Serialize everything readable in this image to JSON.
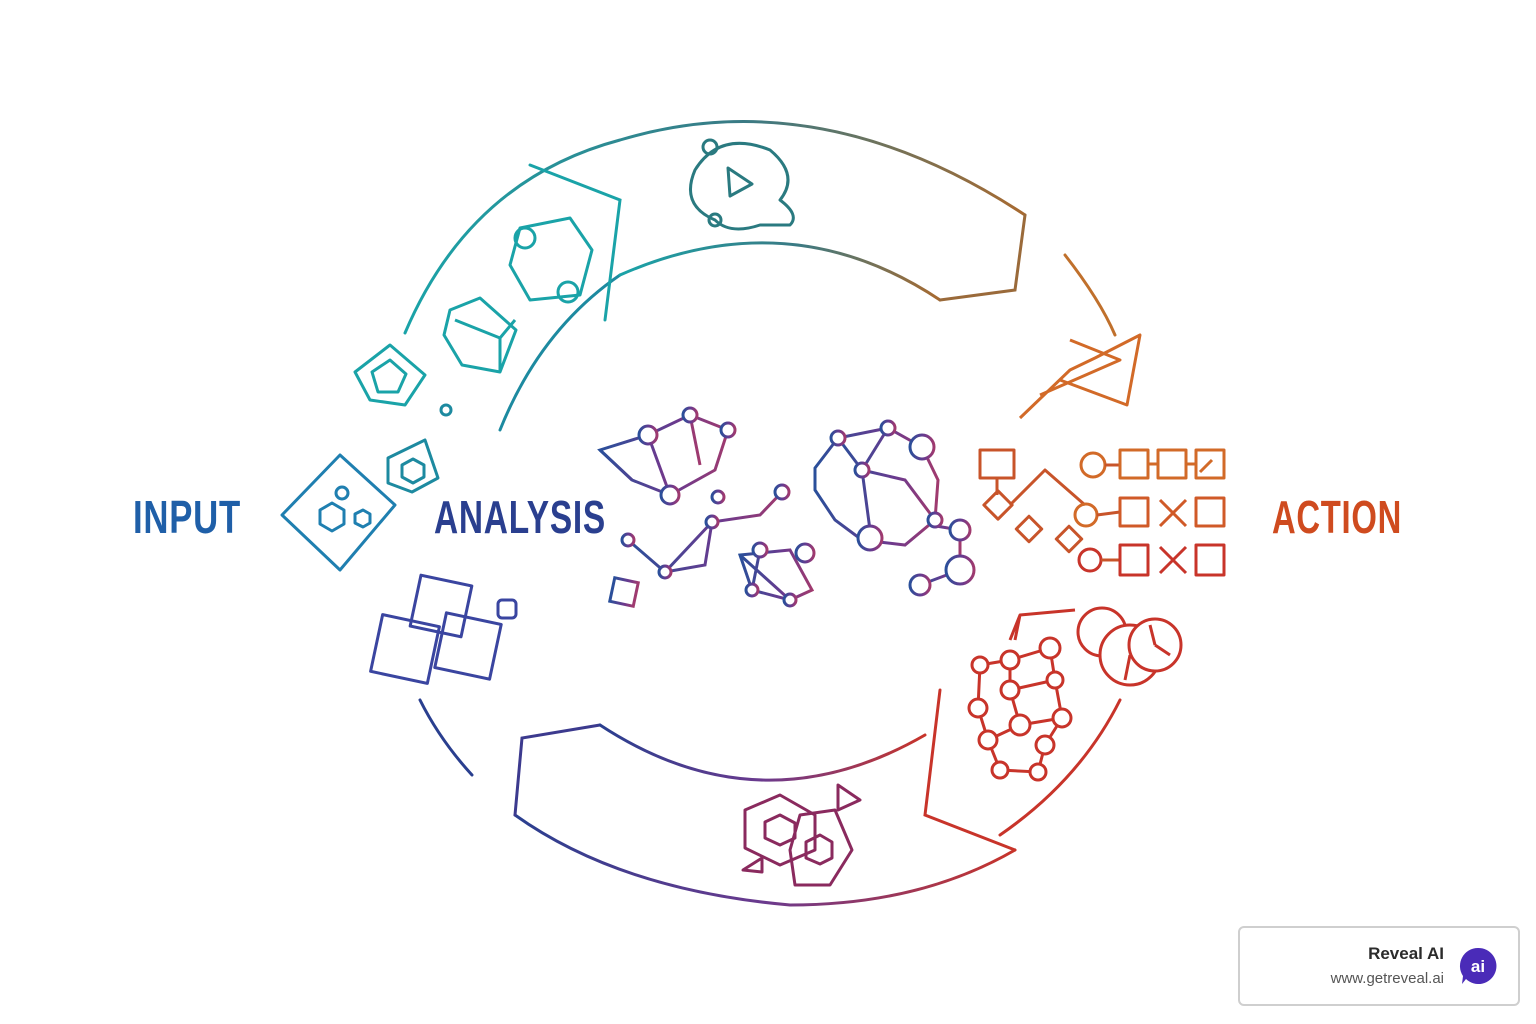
{
  "stages": [
    {
      "label": "INPUT",
      "color": "#1f5fa8"
    },
    {
      "label": "ANALYSIS",
      "color": "#2a3f8f"
    },
    {
      "label": "ACTION",
      "color": "#cf4b1f"
    }
  ],
  "gradient_colors": {
    "teal": "#1aa3a8",
    "blue": "#2a4f9a",
    "purple": "#6b3a8e",
    "brown": "#a86a30",
    "orange": "#d26a28",
    "red": "#c8342a",
    "crimson": "#a3284d"
  },
  "badge": {
    "name": "Reveal AI",
    "url": "www.getreveal.ai",
    "logo_text": "ai",
    "logo_color": "#4a2bb8"
  }
}
